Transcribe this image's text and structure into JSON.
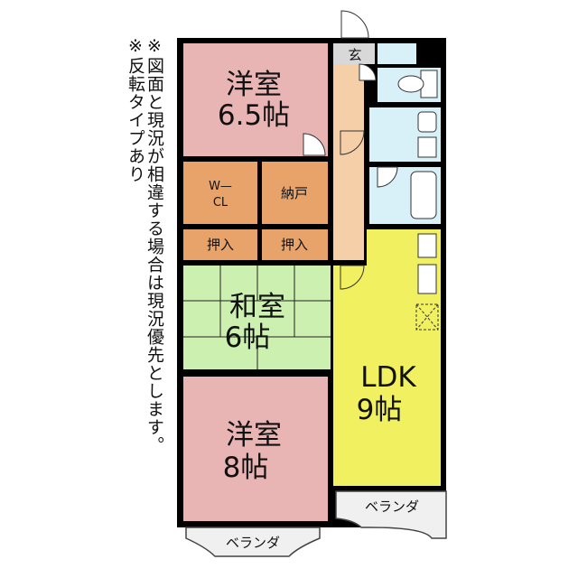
{
  "notes": {
    "line1": "※図面と現況が相違する場合は現況優先とします。",
    "line2": "※反転タイプあり"
  },
  "rooms": {
    "western_top": {
      "name": "洋室",
      "size": "6.5帖"
    },
    "walk_in_closet": {
      "line1": "W—",
      "line2": "CL"
    },
    "storage": {
      "name": "納戸"
    },
    "closet_left": {
      "name": "押入"
    },
    "closet_right": {
      "name": "押入"
    },
    "japanese": {
      "name": "和室",
      "size": "6帖"
    },
    "western_bottom": {
      "name": "洋室",
      "size": "8帖"
    },
    "ldk": {
      "name": "LDK",
      "size": "9帖"
    },
    "entrance": {
      "name": "玄"
    },
    "balcony_bottom": {
      "name": "ベランダ"
    },
    "balcony_right": {
      "name": "ベランダ"
    }
  },
  "colors": {
    "western": "#e8b4b4",
    "closet": "#e8a36a",
    "japanese": "#ccf0b0",
    "ldk": "#f0f060",
    "corridor": "#f5cfa8",
    "wet_area": "#d8f0f8",
    "balcony": "#f0f0f0",
    "wall": "#000000"
  }
}
